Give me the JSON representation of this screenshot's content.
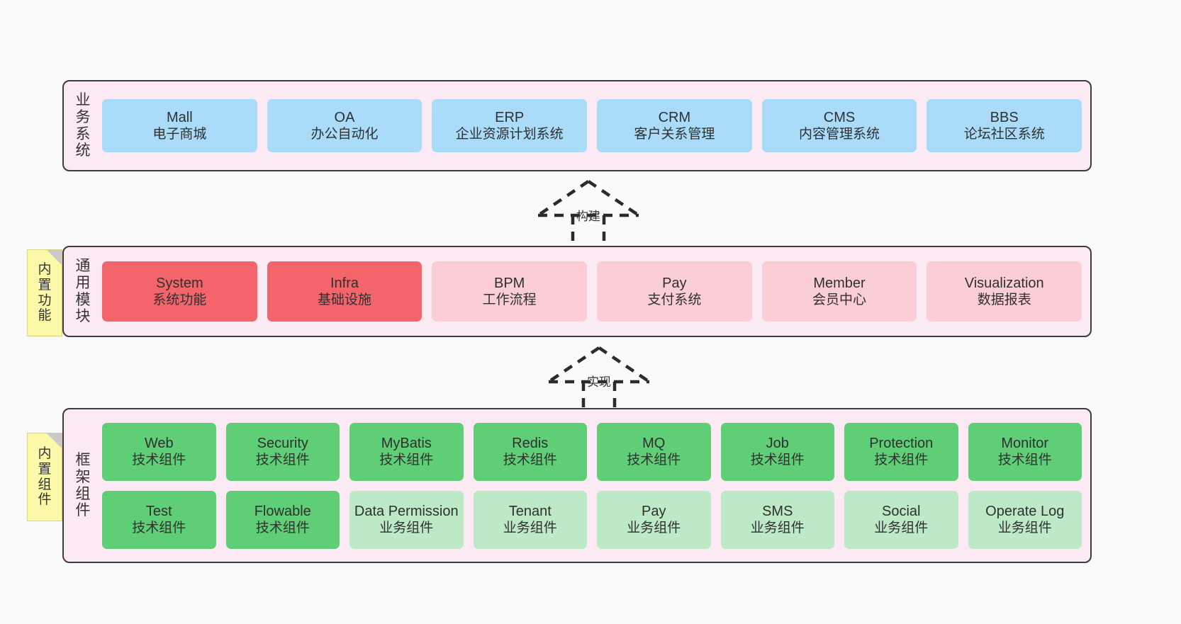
{
  "diagram": {
    "background_color": "#fafafa",
    "layer_fill": "#fbeaf4",
    "layer_border": "#3c3c3c",
    "note_fill": "#fbf9a7"
  },
  "notes": [
    {
      "id": "built-in-functions",
      "label": "内置功能",
      "chars": [
        "内",
        "置",
        "功",
        "能"
      ]
    },
    {
      "id": "built-in-components",
      "label": "内置组件",
      "chars": [
        "内",
        "置",
        "组",
        "件"
      ]
    }
  ],
  "arrows": [
    {
      "id": "build",
      "label": "构建",
      "style": "dashed-hollow-triangle-up"
    },
    {
      "id": "implement",
      "label": "实现",
      "style": "dashed-hollow-triangle-up"
    }
  ],
  "layers": [
    {
      "id": "business-system",
      "label": "业务系统",
      "label_chars": [
        "业",
        "务",
        "系",
        "统"
      ],
      "rows": [
        [
          {
            "title": "Mall",
            "subtitle": "电子商城",
            "color": "#aadcfa"
          },
          {
            "title": "OA",
            "subtitle": "办公自动化",
            "color": "#aadcfa"
          },
          {
            "title": "ERP",
            "subtitle": "企业资源计划系统",
            "color": "#aadcfa"
          },
          {
            "title": "CRM",
            "subtitle": "客户关系管理",
            "color": "#aadcfa"
          },
          {
            "title": "CMS",
            "subtitle": "内容管理系统",
            "color": "#aadcfa"
          },
          {
            "title": "BBS",
            "subtitle": "论坛社区系统",
            "color": "#aadcfa"
          }
        ]
      ]
    },
    {
      "id": "common-module",
      "label": "通用模块",
      "label_chars": [
        "通",
        "用",
        "模",
        "块"
      ],
      "rows": [
        [
          {
            "title": "System",
            "subtitle": "系统功能",
            "color": "#f4656b"
          },
          {
            "title": "Infra",
            "subtitle": "基础设施",
            "color": "#f4656b"
          },
          {
            "title": "BPM",
            "subtitle": "工作流程",
            "color": "#fbcdd4"
          },
          {
            "title": "Pay",
            "subtitle": "支付系统",
            "color": "#fbcdd4"
          },
          {
            "title": "Member",
            "subtitle": "会员中心",
            "color": "#fbcdd4"
          },
          {
            "title": "Visualization",
            "subtitle": "数据报表",
            "color": "#fbcdd4"
          }
        ]
      ]
    },
    {
      "id": "framework-component",
      "label": "框架组件",
      "label_chars": [
        "框",
        "架",
        "组",
        "件"
      ],
      "rows": [
        [
          {
            "title": "Web",
            "subtitle": "技术组件",
            "color": "#5fce77"
          },
          {
            "title": "Security",
            "subtitle": "技术组件",
            "color": "#5fce77"
          },
          {
            "title": "MyBatis",
            "subtitle": "技术组件",
            "color": "#5fce77"
          },
          {
            "title": "Redis",
            "subtitle": "技术组件",
            "color": "#5fce77"
          },
          {
            "title": "MQ",
            "subtitle": "技术组件",
            "color": "#5fce77"
          },
          {
            "title": "Job",
            "subtitle": "技术组件",
            "color": "#5fce77"
          },
          {
            "title": "Protection",
            "subtitle": "技术组件",
            "color": "#5fce77"
          },
          {
            "title": "Monitor",
            "subtitle": "技术组件",
            "color": "#5fce77"
          }
        ],
        [
          {
            "title": "Test",
            "subtitle": "技术组件",
            "color": "#5fce77"
          },
          {
            "title": "Flowable",
            "subtitle": "技术组件",
            "color": "#5fce77"
          },
          {
            "title": "Data Permission",
            "subtitle": "业务组件",
            "color": "#bde9c6"
          },
          {
            "title": "Tenant",
            "subtitle": "业务组件",
            "color": "#bde9c6"
          },
          {
            "title": "Pay",
            "subtitle": "业务组件",
            "color": "#bde9c6"
          },
          {
            "title": "SMS",
            "subtitle": "业务组件",
            "color": "#bde9c6"
          },
          {
            "title": "Social",
            "subtitle": "业务组件",
            "color": "#bde9c6"
          },
          {
            "title": "Operate Log",
            "subtitle": "业务组件",
            "color": "#bde9c6"
          }
        ]
      ]
    }
  ]
}
